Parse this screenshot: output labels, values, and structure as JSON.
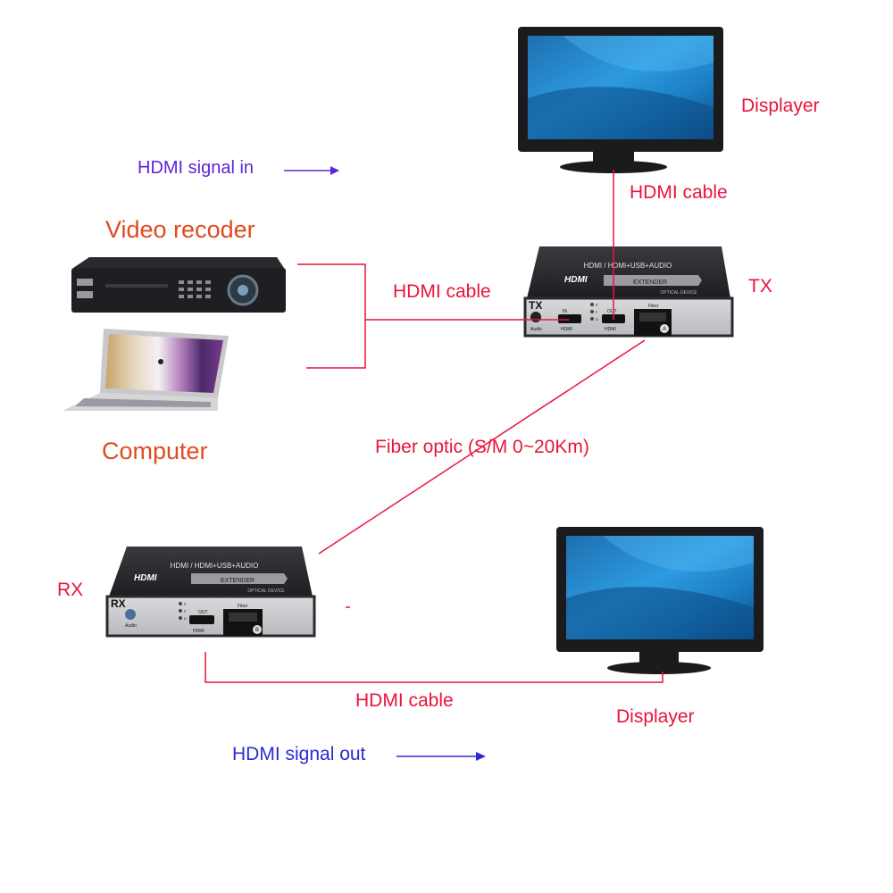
{
  "labels": {
    "displayer_top": "Displayer",
    "hdmi_signal_in": "HDMI signal in",
    "hdmi_cable_top": "HDMI cable",
    "video_recorder": "Video recoder",
    "hdmi_cable_tx": "HDMI cable",
    "tx": "TX",
    "computer": "Computer",
    "fiber_optic": "Fiber optic (S/M 0~20Km)",
    "rx": "RX",
    "hdmi_cable_bottom": "HDMI cable",
    "displayer_bottom": "Displayer",
    "hdmi_signal_out": "HDMI signal out"
  },
  "device_tx": {
    "top_text": "HDMI / HDMI+USB+AUDIO",
    "brand": "HDMI",
    "sub": "EXTENDER",
    "optical": "OPTICAL DEVICE",
    "tag": "TX",
    "audio": "Audio",
    "in": "IN",
    "out": "OUT",
    "hdmi1": "HDMI",
    "hdmi2": "HDMI",
    "fiber": "Fiber",
    "port": "A",
    "led_p": "P",
    "led_f": "F",
    "led_d": "D"
  },
  "device_rx": {
    "top_text": "HDMI / HDMI+USB+AUDIO",
    "brand": "HDMI",
    "sub": "EXTENDER",
    "optical": "OPTICAL DEVICE",
    "tag": "RX",
    "audio": "Audio",
    "out": "OUT",
    "hdmi": "HDMI",
    "fiber": "Fiber",
    "port": "B",
    "led_p": "P",
    "led_f": "F",
    "led_d": "D"
  },
  "colors": {
    "cable": "#e8143c",
    "label_red": "#e8143c",
    "label_orange": "#e04a1e",
    "label_violet": "#5e24d8",
    "label_blue": "#2b2bd6"
  }
}
